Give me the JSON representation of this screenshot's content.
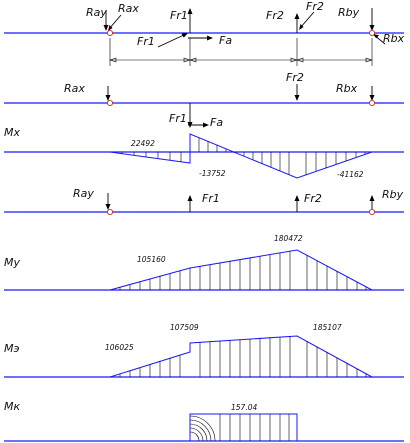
{
  "labels": {
    "Ray": "Ray",
    "Rax": "Rax",
    "Fr1": "Fr1",
    "Fr2": "Fr2",
    "Rby": "Rby",
    "Rbx": "Rbx",
    "Fa": "Fa",
    "Mx": "Mx",
    "My": "My",
    "Me": "Mэ",
    "Mk": "Mк"
  },
  "values": {
    "mx_a": "22492",
    "mx_b": "-13752",
    "mx_c": "-41162",
    "my_a": "105160",
    "my_b": "180472",
    "me_a": "106025",
    "me_b": "107509",
    "me_c": "185107",
    "mk_a": "157.04"
  },
  "colors": {
    "beam": "#1a1aff",
    "support": "#d01010",
    "ink": "#000000"
  }
}
